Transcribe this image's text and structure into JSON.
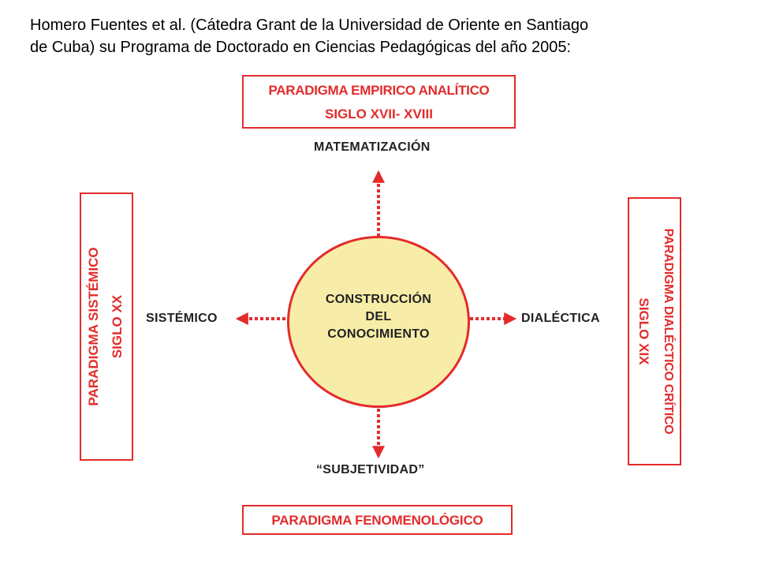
{
  "intro": {
    "line1": "Homero Fuentes et al. (Cátedra Grant de la Universidad de Oriente en Santiago",
    "line2": "de Cuba) su Programa de Doctorado en Ciencias Pedagógicas del año 2005:"
  },
  "colors": {
    "accent": "#e32b2b",
    "circle_fill": "#f8eda8",
    "label": "#222222"
  },
  "paradigms": {
    "top": {
      "title": "PARADIGMA EMPIRICO ANALÍTICO",
      "century": "SIGLO XVII- XVIII"
    },
    "left": {
      "title": "PARADIGMA SISTÉMICO",
      "century": "SIGLO XX"
    },
    "right": {
      "title": "PARADIGMA DIALÉCTICO CRÍTICO",
      "century": "SIGLO XIX"
    },
    "bottom": {
      "title": "PARADIGMA FENOMENOLÓGICO"
    }
  },
  "center": {
    "line1": "CONSTRUCCIÓN",
    "line2": "DEL",
    "line3": "CONOCIMIENTO"
  },
  "labels": {
    "top": "MATEMATIZACIÓN",
    "left": "SISTÉMICO",
    "right": "DIALÉCTICA",
    "bottom": "“SUBJETIVIDAD”"
  }
}
